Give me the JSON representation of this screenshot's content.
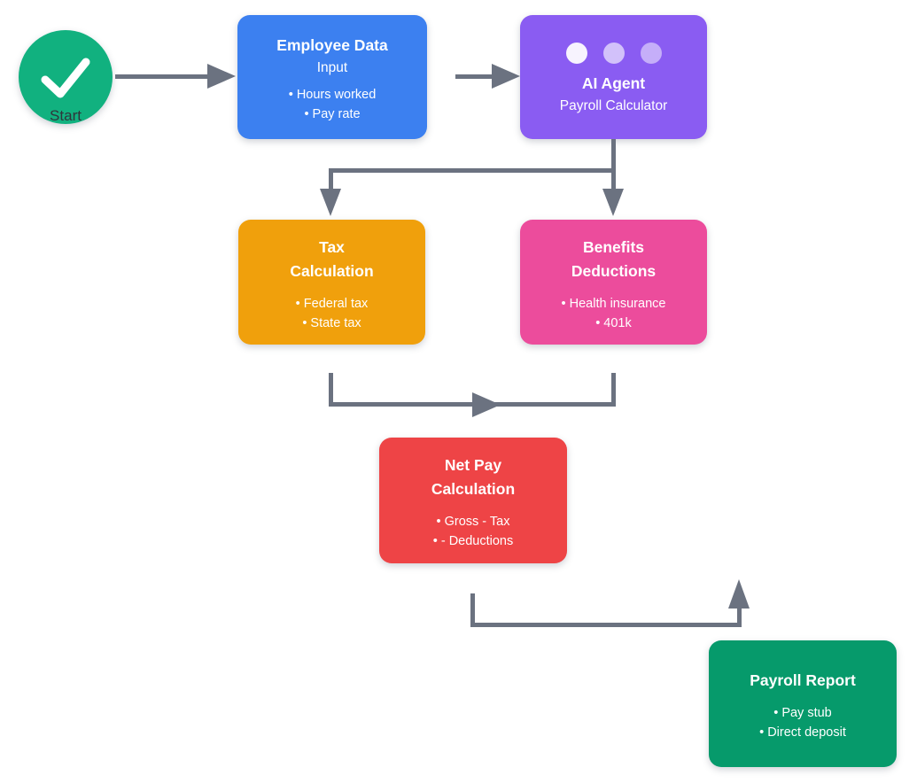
{
  "diagram": {
    "background": "#ffffff",
    "connector_color": "#6b7280",
    "nodes": {
      "start": {
        "label": "Start",
        "color": "#11b17f",
        "icon": "checkmark"
      },
      "employee_data": {
        "title": "Employee Data",
        "subtitle": "Input",
        "bullets": [
          "• Hours worked",
          "• Pay rate"
        ],
        "color": "#3c80f0"
      },
      "ai_agent": {
        "title": "AI Agent",
        "subtitle": "Payroll Calculator",
        "color": "#8a5cf2",
        "dot_colors": [
          "rgba(255,255,255,0.93)",
          "rgba(255,255,255,0.62)",
          "rgba(255,255,255,0.5)"
        ]
      },
      "tax_calculation": {
        "title_line1": "Tax",
        "title_line2": "Calculation",
        "bullets": [
          "• Federal tax",
          "• State tax"
        ],
        "color": "#f0a00c"
      },
      "benefits_deductions": {
        "title_line1": "Benefits",
        "title_line2": "Deductions",
        "bullets": [
          "• Health insurance",
          "• 401k"
        ],
        "color": "#ec4c9c"
      },
      "net_pay": {
        "title_line1": "Net Pay",
        "title_line2": "Calculation",
        "bullets": [
          "• Gross - Tax",
          "• - Deductions"
        ],
        "color": "#ee4446"
      },
      "payroll_report": {
        "title": "Payroll Report",
        "bullets": [
          "• Pay stub",
          "• Direct deposit"
        ],
        "color": "#069a6b"
      }
    }
  }
}
